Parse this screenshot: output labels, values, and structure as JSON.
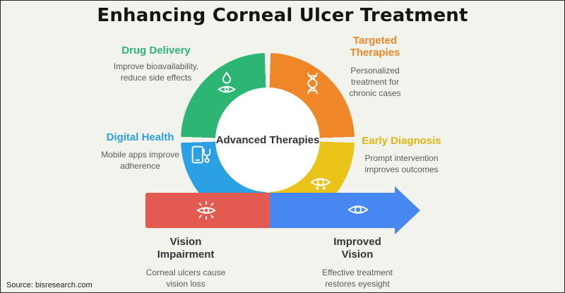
{
  "title": "Enhancing Corneal Ulcer Treatment",
  "source": "Source: bisresearch.com",
  "center": {
    "label": "Advanced Therapies"
  },
  "ring": {
    "segments": [
      {
        "id": "drug-delivery",
        "label": "Drug Delivery",
        "desc": "Improve bioavailability, reduce side effects",
        "color": "#2db673",
        "icon": "droplet-eye-icon"
      },
      {
        "id": "targeted-therapies",
        "label": "Targeted Therapies",
        "desc": "Personalized treatment for chronic cases",
        "color": "#ef8729",
        "icon": "dna-icon"
      },
      {
        "id": "early-diagnosis",
        "label": "Early Diagnosis",
        "desc": "Prompt intervention improves outcomes",
        "color": "#e9c318",
        "icon": "eye-scan-icon"
      },
      {
        "id": "digital-health",
        "label": "Digital Health",
        "desc": "Mobile apps improve adherence",
        "color": "#2ba0e2",
        "icon": "mobile-stethoscope-icon"
      }
    ]
  },
  "arrow": {
    "stages": [
      {
        "id": "vision-impairment",
        "label": "Vision Impairment",
        "desc": "Corneal ulcers cause vision loss",
        "color": "#e25a50",
        "icon": "impaired-eye-icon"
      },
      {
        "id": "improved-vision",
        "label": "Improved Vision",
        "desc": "Effective treatment restores eyesight",
        "color": "#4687f1",
        "icon": "healthy-eye-icon"
      }
    ]
  },
  "colors": {
    "background": "#f3f3ee",
    "title_text": "#141414",
    "desc_text": "#5a5a5a",
    "center_hole": "#ffffff",
    "green": "#2db673",
    "orange": "#ef8729",
    "yellow": "#e9c318",
    "blue": "#2ba0e2",
    "arrow_red": "#e25a50",
    "arrow_blue": "#4687f1"
  }
}
